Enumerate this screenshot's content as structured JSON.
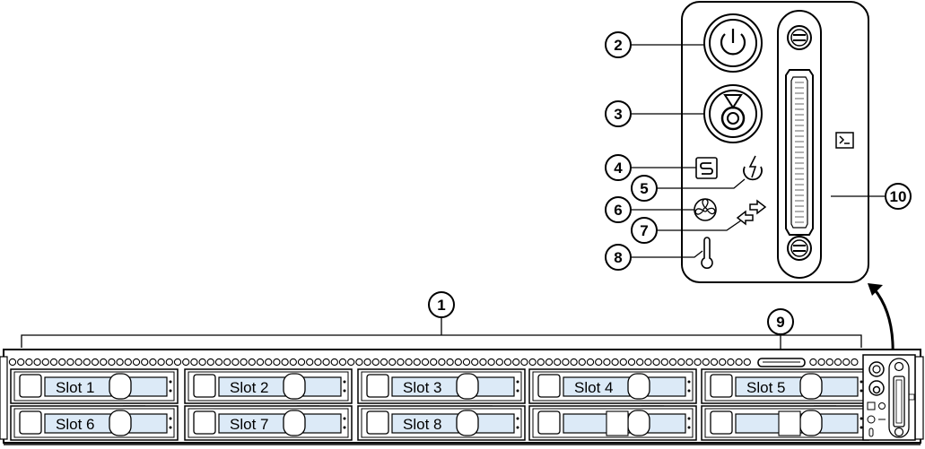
{
  "callouts": [
    "1",
    "2",
    "3",
    "4",
    "5",
    "6",
    "7",
    "8",
    "9",
    "10"
  ],
  "slots": [
    "Slot 1",
    "Slot 2",
    "Slot 3",
    "Slot 4",
    "Slot 5",
    "Slot 6",
    "Slot 7",
    "Slot 8"
  ],
  "icons": {
    "power": "power-button-icon",
    "unit_id": "unit-identification-button-icon",
    "system_status": "system-status-led-icon",
    "power_supply": "power-supply-status-led-icon",
    "fan": "fan-status-led-icon",
    "network": "network-link-activity-led-icon",
    "temperature": "temperature-status-led-icon",
    "console": "kvm-console-connector-icon"
  },
  "colors": {
    "slot_label_fill": "#dceaf7",
    "line": "#000000",
    "background": "#ffffff"
  }
}
